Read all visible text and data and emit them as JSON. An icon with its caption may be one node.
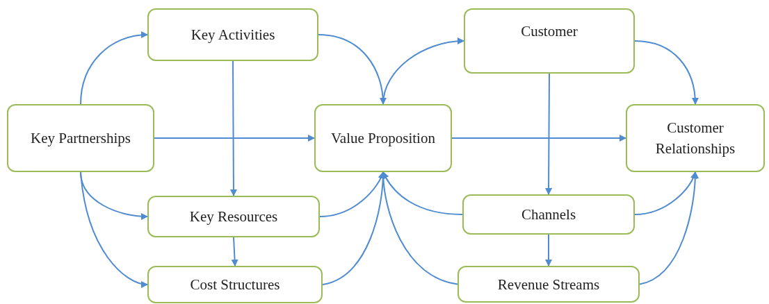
{
  "diagram": {
    "nodes": [
      {
        "text": [
          "Key Partnerships"
        ]
      },
      {
        "text": [
          "Key Activities"
        ]
      },
      {
        "text": [
          "Value Proposition"
        ]
      },
      {
        "text": [
          "Customer"
        ]
      },
      {
        "text": [
          "Customer Relationships"
        ]
      },
      {
        "text": [
          "Key Resources"
        ]
      },
      {
        "text": [
          "Channels"
        ]
      },
      {
        "text": [
          "Cost Structures"
        ]
      },
      {
        "text": [
          "Revenue Streams"
        ]
      }
    ],
    "edges": [
      {
        "from": 0,
        "to": 1,
        "arrow": "to"
      },
      {
        "from": 1,
        "to": 2,
        "arrow": "to"
      },
      {
        "from": 2,
        "to": 3,
        "arrow": "to"
      },
      {
        "from": 3,
        "to": 4,
        "arrow": "to"
      },
      {
        "from": 0,
        "to": 2,
        "arrow": "to"
      },
      {
        "from": 2,
        "to": 4,
        "arrow": "to"
      },
      {
        "from": 1,
        "to": 5,
        "arrow": "to"
      },
      {
        "from": 3,
        "to": 6,
        "arrow": "to"
      },
      {
        "from": 0,
        "to": 5,
        "arrow": "to"
      },
      {
        "from": 0,
        "to": 7,
        "arrow": "to"
      },
      {
        "from": 5,
        "to": 7,
        "arrow": "to"
      },
      {
        "from": 6,
        "to": 8,
        "arrow": "to"
      },
      {
        "from": 5,
        "to": 2,
        "arrow": "to"
      },
      {
        "from": 7,
        "to": 2,
        "arrow": "to"
      },
      {
        "from": 6,
        "to": 2,
        "arrow": "to"
      },
      {
        "from": 8,
        "to": 2,
        "arrow": "to"
      },
      {
        "from": 6,
        "to": 4,
        "arrow": "to"
      },
      {
        "from": 8,
        "to": 4,
        "arrow": "to"
      }
    ]
  }
}
